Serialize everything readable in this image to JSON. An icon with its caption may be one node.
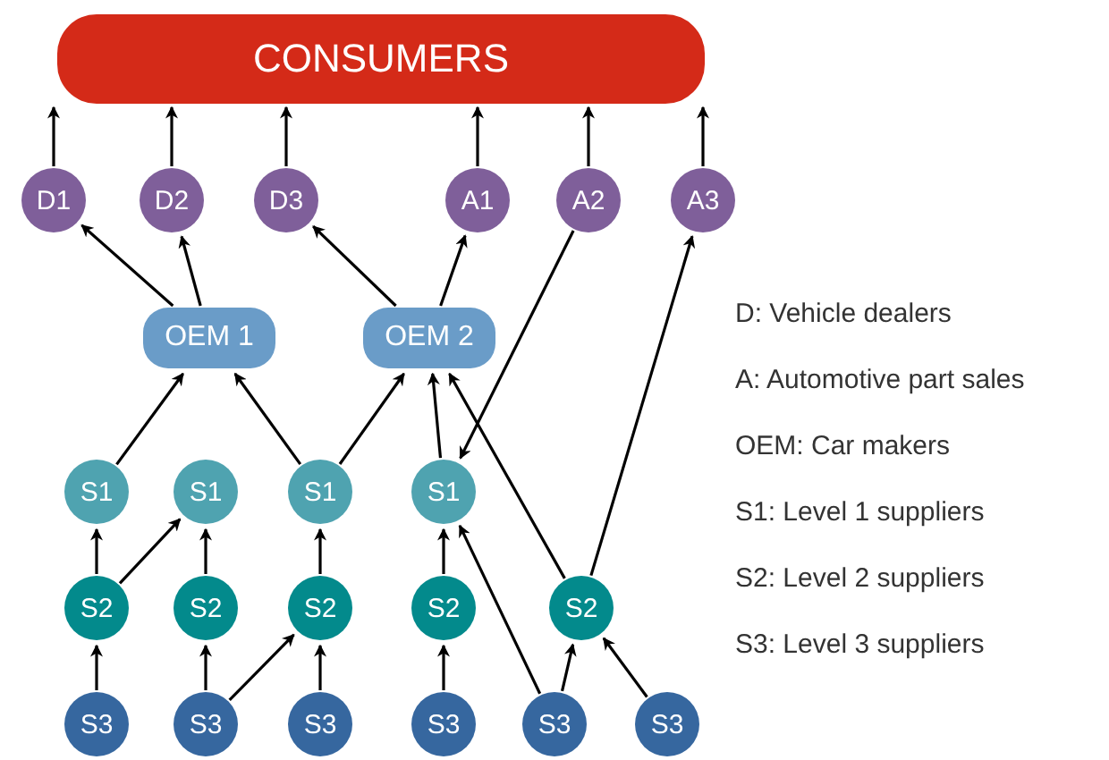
{
  "diagram": {
    "nodes": [
      {
        "text": [
          "CONSUMERS"
        ]
      },
      {
        "text": [
          "D1"
        ]
      },
      {
        "text": [
          "D2"
        ]
      },
      {
        "text": [
          "D3"
        ]
      },
      {
        "text": [
          "A1"
        ]
      },
      {
        "text": [
          "A2"
        ]
      },
      {
        "text": [
          "A3"
        ]
      },
      {
        "text": [
          "OEM 1"
        ]
      },
      {
        "text": [
          "OEM 2"
        ]
      },
      {
        "text": [
          "S1"
        ]
      },
      {
        "text": [
          "S1"
        ]
      },
      {
        "text": [
          "S1"
        ]
      },
      {
        "text": [
          "S1"
        ]
      },
      {
        "text": [
          "S2"
        ]
      },
      {
        "text": [
          "S2"
        ]
      },
      {
        "text": [
          "S2"
        ]
      },
      {
        "text": [
          "S2"
        ]
      },
      {
        "text": [
          "S2"
        ]
      },
      {
        "text": [
          "S3"
        ]
      },
      {
        "text": [
          "S3"
        ]
      },
      {
        "text": [
          "S3"
        ]
      },
      {
        "text": [
          "S3"
        ]
      },
      {
        "text": [
          "S3"
        ]
      },
      {
        "text": [
          "S3"
        ]
      }
    ],
    "edges": [
      {
        "from": 1,
        "to": 0,
        "arrow": "to"
      },
      {
        "from": 2,
        "to": 0,
        "arrow": "to"
      },
      {
        "from": 3,
        "to": 0,
        "arrow": "to"
      },
      {
        "from": 4,
        "to": 0,
        "arrow": "to"
      },
      {
        "from": 5,
        "to": 0,
        "arrow": "to"
      },
      {
        "from": 6,
        "to": 0,
        "arrow": "to"
      },
      {
        "from": 7,
        "to": 1,
        "arrow": "to"
      },
      {
        "from": 7,
        "to": 2,
        "arrow": "to"
      },
      {
        "from": 8,
        "to": 3,
        "arrow": "to"
      },
      {
        "from": 8,
        "to": 4,
        "arrow": "to"
      },
      {
        "from": 5,
        "to": 12,
        "arrow": "to"
      },
      {
        "from": 17,
        "to": 6,
        "arrow": "to"
      },
      {
        "from": 9,
        "to": 7,
        "arrow": "to"
      },
      {
        "from": 11,
        "to": 7,
        "arrow": "to"
      },
      {
        "from": 11,
        "to": 8,
        "arrow": "to"
      },
      {
        "from": 12,
        "to": 8,
        "arrow": "to"
      },
      {
        "from": 17,
        "to": 8,
        "arrow": "to"
      },
      {
        "from": 13,
        "to": 9,
        "arrow": "to"
      },
      {
        "from": 13,
        "to": 10,
        "arrow": "to"
      },
      {
        "from": 14,
        "to": 10,
        "arrow": "to"
      },
      {
        "from": 15,
        "to": 11,
        "arrow": "to"
      },
      {
        "from": 16,
        "to": 12,
        "arrow": "to"
      },
      {
        "from": 18,
        "to": 13,
        "arrow": "to"
      },
      {
        "from": 19,
        "to": 14,
        "arrow": "to"
      },
      {
        "from": 19,
        "to": 15,
        "arrow": "to"
      },
      {
        "from": 20,
        "to": 15,
        "arrow": "to"
      },
      {
        "from": 21,
        "to": 16,
        "arrow": "to"
      },
      {
        "from": 22,
        "to": 12,
        "arrow": "to"
      },
      {
        "from": 22,
        "to": 17,
        "arrow": "to"
      },
      {
        "from": 23,
        "to": 17,
        "arrow": "to"
      }
    ],
    "labels": [
      "D: Vehicle dealers",
      "A: Automotive part sales",
      "OEM: Car makers",
      "S1: Level 1 suppliers",
      "S2: Level 2 suppliers",
      "S3: Level 3 suppliers"
    ]
  }
}
